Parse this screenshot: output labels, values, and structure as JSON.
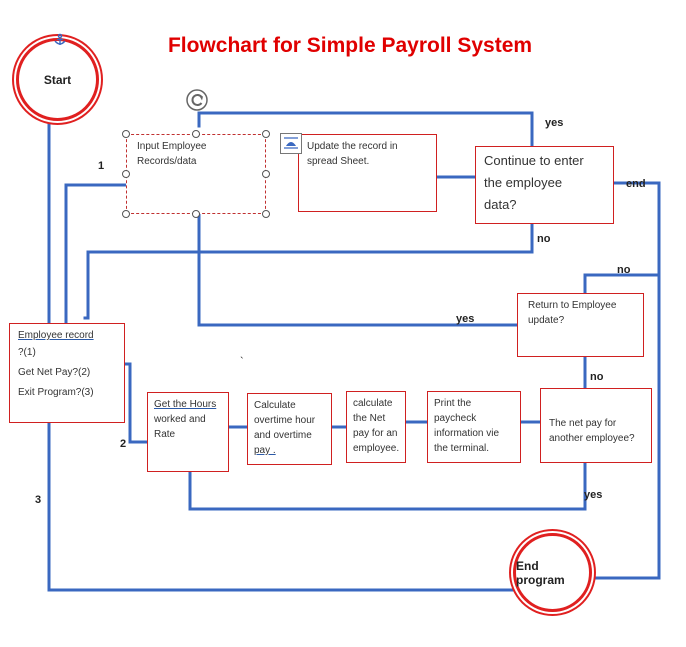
{
  "title": "Flowchart for Simple Payroll System",
  "start": {
    "label": "Start"
  },
  "end_program": {
    "label": "End program"
  },
  "input_box": {
    "lines": [
      "Input Employee",
      "Records/data"
    ]
  },
  "update_box": {
    "lines": [
      "Update the record in",
      "spread Sheet."
    ]
  },
  "continue_box": {
    "lines": [
      "Continue to enter",
      "the employee",
      "data?"
    ]
  },
  "return_box": {
    "lines": [
      "Return to Employee",
      "update?"
    ]
  },
  "menu_box": {
    "line1": "Employee record",
    "line2": "?(1)",
    "line3": "Get Net Pay?(2)",
    "line4": "Exit Program?(3)"
  },
  "hours_box": {
    "lines": [
      "Get the Hours",
      "worked and",
      "Rate"
    ]
  },
  "overtime_box": {
    "lines": [
      "Calculate",
      "overtime hour",
      "and overtime",
      "pay ."
    ]
  },
  "netpay_box": {
    "lines": [
      "calculate",
      "the Net",
      "pay for an",
      "employee."
    ]
  },
  "print_box": {
    "lines": [
      "Print the",
      "paycheck",
      "information vie",
      "the terminal."
    ]
  },
  "another_box": {
    "lines": [
      "The net pay for",
      "another employee?"
    ]
  },
  "labels": {
    "yes_top": "yes",
    "end": "end",
    "no_continue": "no",
    "no_right": "no",
    "yes_return": "yes",
    "no_return": "no",
    "yes_bottom": "yes",
    "num1": "1",
    "num2": "2",
    "num3": "3",
    "tick": "`"
  },
  "colors": {
    "title": "#e00000",
    "connector": "#3a68c0",
    "box_border": "#d02020"
  }
}
